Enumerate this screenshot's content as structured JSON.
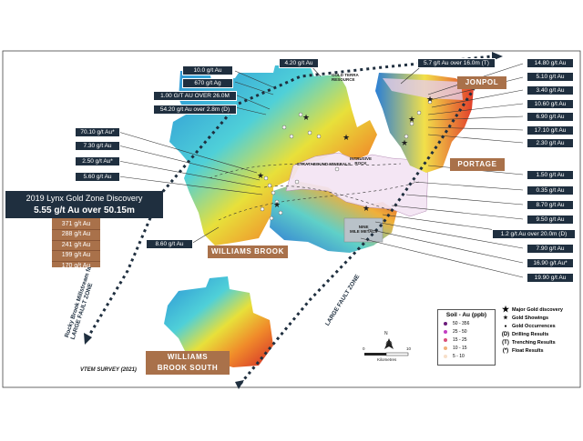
{
  "callouts_left": [
    {
      "id": "cl1",
      "text": "10.0 g/t Au"
    },
    {
      "id": "cl2",
      "text": "670 g/t Ag"
    },
    {
      "id": "cl3",
      "text": "1.00 G/T AU OVER 26.0M"
    },
    {
      "id": "cl4",
      "text": "54.20 g/t Au over 2.8m (D)"
    },
    {
      "id": "cl5",
      "text": "70.10 g/t Au*"
    },
    {
      "id": "cl6",
      "text": "7.30 g/t Au"
    },
    {
      "id": "cl7",
      "text": "2.50 g/t Au*"
    },
    {
      "id": "cl8",
      "text": "5.60 g/t Au"
    },
    {
      "id": "cl9",
      "text": "8.60 g/t Au"
    }
  ],
  "callouts_top": [
    {
      "id": "ct1",
      "text": "4.20 g/t Au"
    },
    {
      "id": "ct2",
      "text": "5.7 g/t Au over 16.0m (T)"
    }
  ],
  "callouts_right": [
    {
      "id": "cr1",
      "text": "14.80 g/t Au"
    },
    {
      "id": "cr2",
      "text": "5.10 g/t Au"
    },
    {
      "id": "cr3",
      "text": "3.40 g/t Au"
    },
    {
      "id": "cr4",
      "text": "10.60 g/t Au"
    },
    {
      "id": "cr5",
      "text": "6.90 g/t Au"
    },
    {
      "id": "cr6",
      "text": "17.10 g/t Au"
    },
    {
      "id": "cr7",
      "text": "2.30 g/t Au"
    },
    {
      "id": "cr8",
      "text": "1.50 g/t Au"
    },
    {
      "id": "cr9",
      "text": "0.35 g/t Au"
    },
    {
      "id": "cr10",
      "text": "8.70 g/t Au"
    },
    {
      "id": "cr11",
      "text": "9.50 g/t Au"
    },
    {
      "id": "cr12",
      "text": "1.2 g/t Au over 20.0m (D)"
    },
    {
      "id": "cr13",
      "text": "7.90 g/t Au"
    },
    {
      "id": "cr14",
      "text": "16.90 g/t Au*"
    },
    {
      "id": "cr15",
      "text": "19.90 g/t Au"
    }
  ],
  "discovery": {
    "title": "2019 Lynx Gold Zone Discovery",
    "result": "5.55 g/t Au over 50.15m"
  },
  "assays": [
    "371 g/t Au",
    "288 g/t Au",
    "241 g/t Au",
    "199 g/t Au",
    "170 g/t Au"
  ],
  "zones": {
    "jonpol": "JONPOL",
    "portage": "PORTAGE",
    "williams_brook": "WILLIAMS BROOK",
    "williams_brook_south_1": "WILLIAMS",
    "williams_brook_south_2": "BROOK SOUTH"
  },
  "map_labels": {
    "gold_terra_1": "GOLD TERRA",
    "gold_terra_2": "RESOURCE",
    "stratabound": "STRATABOUND MINERALS",
    "intrusive_1": "INTRUSIVE",
    "intrusive_2": "ROCK",
    "nine_mile_1": "NINE",
    "nine_mile_2": "MILE METALS",
    "rocky_brook": "Rocky Brook Millstream fault",
    "large_fault_left": "LARGE FAULT ZONE",
    "large_fault_right": "LARGE FAULT ZONE",
    "survey": "VTEM SURVEY (2021)",
    "north": "N"
  },
  "scale": {
    "ticks": [
      "0",
      "10"
    ],
    "unit": "Kilometres"
  },
  "soil_legend": {
    "title": "Soil - Au (ppb)",
    "rows": [
      {
        "range": "50 - 356",
        "color": "#6a1b7a"
      },
      {
        "range": "25 - 50",
        "color": "#c23ec2"
      },
      {
        "range": "15 - 25",
        "color": "#d94f7a"
      },
      {
        "range": "10 - 15",
        "color": "#f1b27a"
      },
      {
        "range": "5 - 10",
        "color": "#f7dfc9"
      }
    ]
  },
  "symbol_legend": [
    {
      "sym": "★",
      "text": "Major Gold discovery"
    },
    {
      "sym": "★",
      "text": "Gold Showings"
    },
    {
      "sym": "●",
      "text": "Gold Occurrences"
    },
    {
      "sym": "(D)",
      "text": "Drilling Results"
    },
    {
      "sym": "(T)",
      "text": "Trenching Results"
    },
    {
      "sym": "(*)",
      "text": "Float Results"
    }
  ],
  "colors": {
    "callout_bg": "#1f2f3f",
    "zone_bg": "#a9714a",
    "fault_line": "#1f2f3f",
    "claims_fill": "#f3e4f3"
  }
}
